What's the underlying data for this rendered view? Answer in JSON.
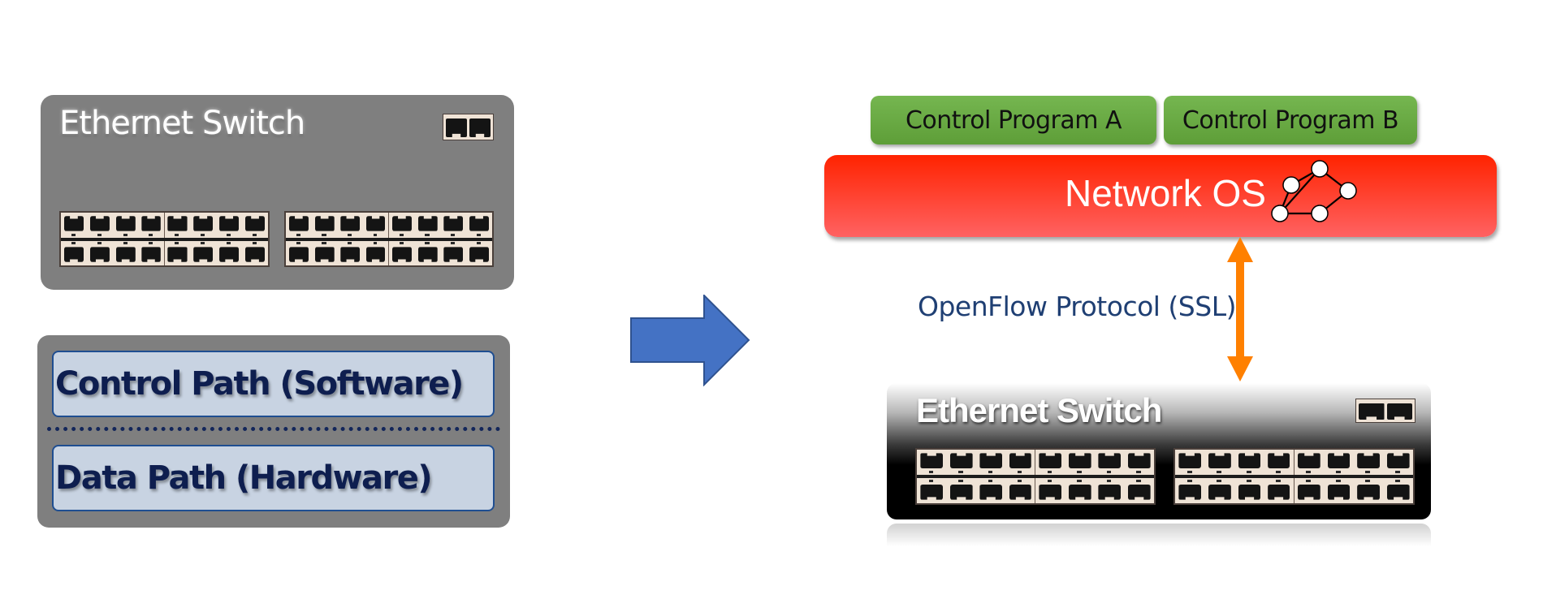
{
  "left": {
    "legacy_switch": {
      "title": "Ethernet Switch",
      "port_blocks": 2,
      "ports_per_block_row": 8,
      "rows": 2
    },
    "path_box": {
      "control_path": "Control Path (Software)",
      "data_path": "Data Path (Hardware)"
    }
  },
  "transition_arrow": {
    "icon": "right-arrow-icon",
    "color": "#4472c4"
  },
  "right": {
    "control_programs": [
      {
        "label": "Control Program A"
      },
      {
        "label": "Control Program B"
      }
    ],
    "network_os": {
      "label": "Network OS",
      "icon": "network-topology-icon"
    },
    "protocol": {
      "label": "OpenFlow Protocol (SSL)",
      "arrow_color": "#ff8000",
      "icon": "bidirectional-arrow-icon"
    },
    "switch": {
      "title": "Ethernet Switch"
    }
  },
  "colors": {
    "switch_gray": "#7f7f7f",
    "path_fill": "#c8d3e2",
    "path_text": "#0e1e4f",
    "program_green": "#6aaa44",
    "os_red": "#ff2300",
    "protocol_text": "#1f3f73"
  }
}
